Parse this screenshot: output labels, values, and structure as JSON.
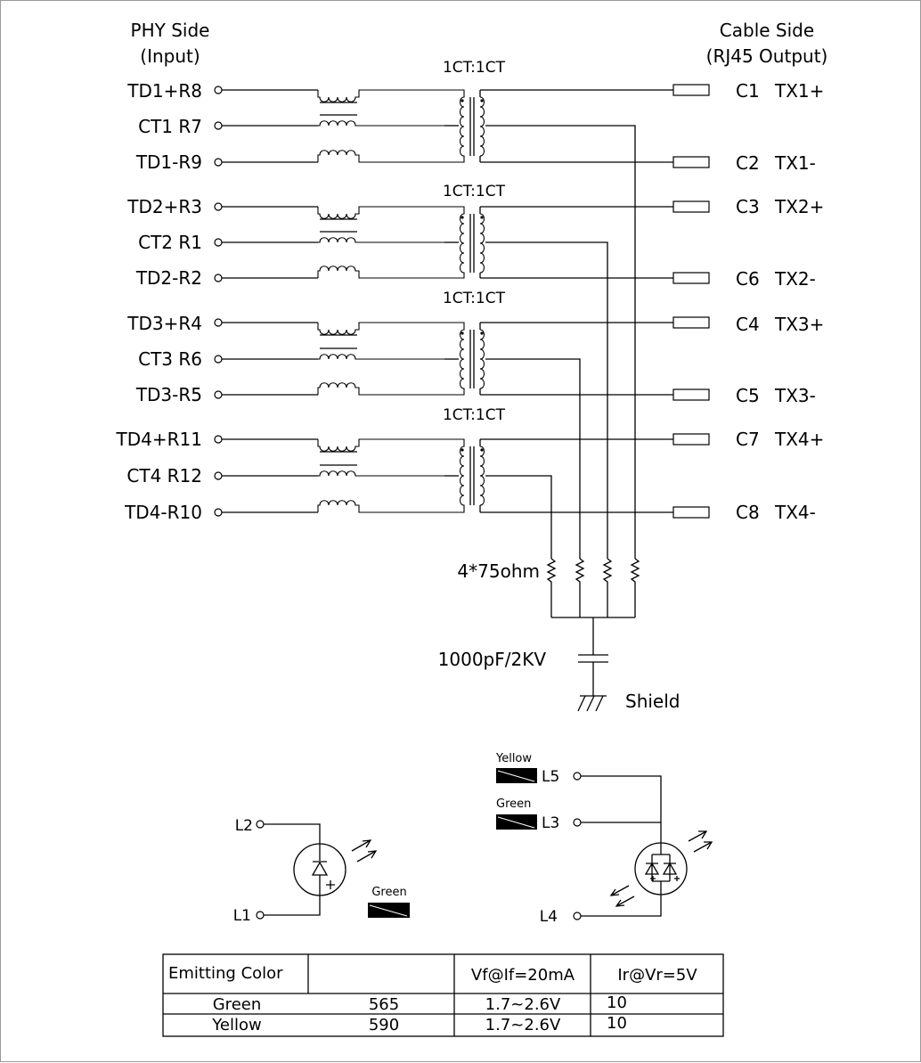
{
  "headers": {
    "phy_side": "PHY Side",
    "phy_input": "(Input)",
    "cable_side": "Cable Side",
    "cable_output": "(RJ45 Output)"
  },
  "transformer_ratio": "1CT:1CT",
  "channels": [
    {
      "inputs": [
        "TD1+R8",
        "CT1 R7",
        "TD1-R9"
      ],
      "outputs": [
        {
          "pin": "C1",
          "signal": "TX1+"
        },
        {
          "pin": "C2",
          "signal": "TX1-"
        }
      ]
    },
    {
      "inputs": [
        "TD2+R3",
        "CT2 R1",
        "TD2-R2"
      ],
      "outputs": [
        {
          "pin": "C3",
          "signal": "TX2+"
        },
        {
          "pin": "C6",
          "signal": "TX2-"
        }
      ]
    },
    {
      "inputs": [
        "TD3+R4",
        "CT3 R6",
        "TD3-R5"
      ],
      "outputs": [
        {
          "pin": "C4",
          "signal": "TX3+"
        },
        {
          "pin": "C5",
          "signal": "TX3-"
        }
      ]
    },
    {
      "inputs": [
        "TD4+R11",
        "CT4 R12",
        "TD4-R10"
      ],
      "outputs": [
        {
          "pin": "C7",
          "signal": "TX4+"
        },
        {
          "pin": "C8",
          "signal": "TX4-"
        }
      ]
    }
  ],
  "resistor_label": "4*75ohm",
  "capacitor_label": "1000pF/2KV",
  "shield_label": "Shield",
  "led_left": {
    "pins": [
      "L2",
      "L1"
    ],
    "color_label": "Green"
  },
  "led_right": {
    "pins": [
      "L5",
      "L3",
      "L4"
    ],
    "color_labels": [
      "Yellow",
      "Green"
    ]
  },
  "table": {
    "headers": [
      "Emitting Color",
      "",
      "Vf@If=20mA",
      "Ir@Vr=5V"
    ],
    "rows": [
      [
        "Green",
        "565",
        "1.7~2.6V",
        "10"
      ],
      [
        "Yellow",
        "590",
        "1.7~2.6V",
        "10"
      ]
    ]
  }
}
